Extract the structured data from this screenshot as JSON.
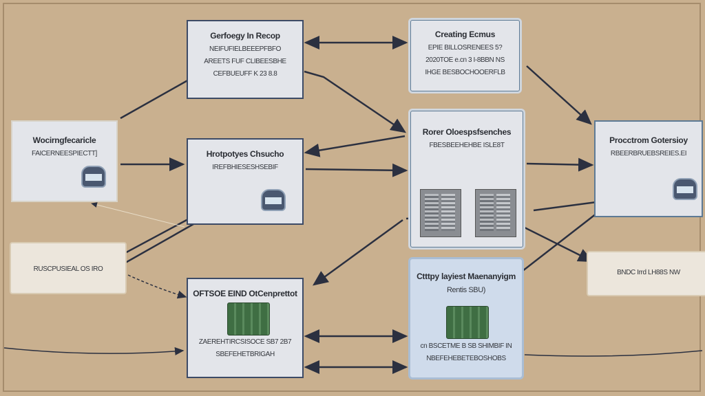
{
  "nodes": {
    "top_left": {
      "title": "Gerfoegy In Recop",
      "lines": [
        "NEIFUFIELBEEEPFBFO",
        "AREETS FUF CLIBEESBHE",
        "CEFBUEUFF K 23 8.8"
      ]
    },
    "top_right": {
      "title": "Creating Ecmus",
      "lines": [
        "EPIE BILLOSRENEES 5?",
        "2020TOE e.cn 3 I-8BBN NS",
        "IHGE BESBOCHOOERFLB"
      ]
    },
    "left": {
      "title": "Wocirngfecaricle",
      "lines": [
        "FAICERNEESPIECTT]"
      ]
    },
    "middle": {
      "title": "Hrotpotyes Chsucho",
      "lines": [
        "IREFBHIESESHSEBIF"
      ]
    },
    "center": {
      "title": "Rorer Oloespsfsenches",
      "lines": [
        "FBESBEEHEHBE ISLE8T"
      ]
    },
    "right": {
      "title": "Procctrom Gotersioy",
      "lines": [
        "RBEERBRUEBSREIES.EI"
      ]
    },
    "note_left": {
      "text": "RUSCPUSIEAL OS IRO"
    },
    "note_right": {
      "text": "BNDC Irrd LH88S NW"
    },
    "bottom_left": {
      "title": "OFTSOE EIND OtCenprettot",
      "lines": [
        "ZAEREHTIRCSISOCE SB7 2B7",
        "SBEFEHETBRIGAH"
      ]
    },
    "bottom_right": {
      "title": "Ctttpy layiest Maenanyigm",
      "subtitle": "Rentis SBU)",
      "lines": [
        "cn BSCETME B SB SHIMBIF IN",
        "NBEFEHEBETEBOSHOBS"
      ]
    }
  },
  "colors": {
    "background": "#c9b08f",
    "box": "#e3e5ea",
    "box_blue": "#cfdbeb",
    "connector": "#2b3040"
  }
}
